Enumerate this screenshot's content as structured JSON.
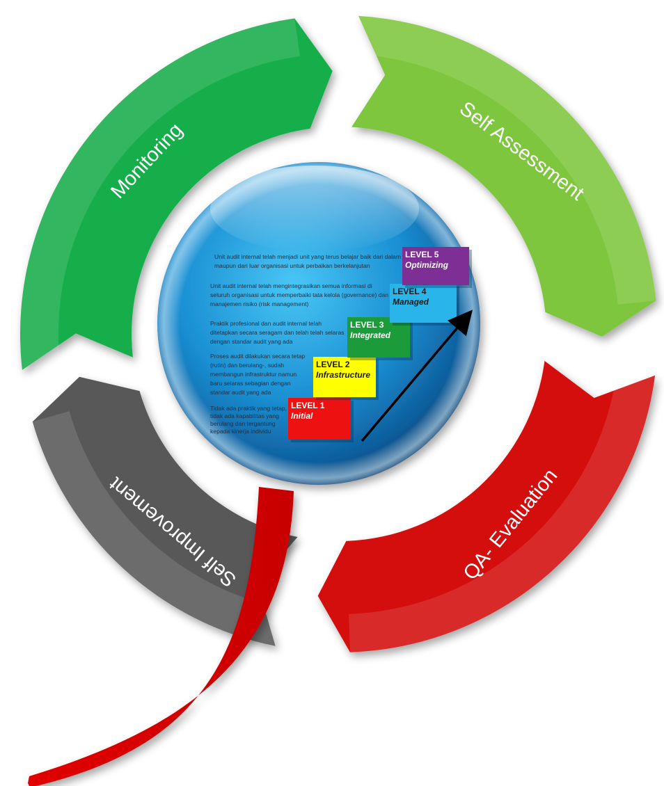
{
  "cycle": {
    "segments": [
      {
        "label": "Monitoring",
        "color": "#19ad4b"
      },
      {
        "label": "Self Assessment",
        "color": "#7ec63c"
      },
      {
        "label": "QA- Evaluation",
        "color": "#d40d0d"
      },
      {
        "label": "Self Improvement",
        "color": "#585858"
      }
    ]
  },
  "levels": [
    {
      "title": "LEVEL 1",
      "name": "Initial",
      "color": "#ee1111",
      "text_color": "#ffffff"
    },
    {
      "title": "LEVEL 2",
      "name": "Infrastructure",
      "color": "#ffff00",
      "text_color": "#1a1a1a"
    },
    {
      "title": "LEVEL 3",
      "name": "Integrated",
      "color": "#1c9b3a",
      "text_color": "#ffffff"
    },
    {
      "title": "LEVEL 4",
      "name": "Managed",
      "color": "#29b4ea",
      "text_color": "#1a1a1a"
    },
    {
      "title": "LEVEL 5",
      "name": "Optimizing",
      "color": "#7e2f96",
      "text_color": "#ffffff"
    }
  ],
  "descriptions": {
    "level5": [
      "Unit audit  internal telah menjadi unit yang terus belajar baik dari dalam",
      "maupun dari luar organisasi untuk perbaikan berkelanjutan"
    ],
    "level4": [
      "Unit  audit internal telah mengintegrasikan semua informasi di",
      "seluruh organisasi untuk memperbaiki tata kelola (governance) dan",
      "manajemen risiko (risk management)"
    ],
    "level3": [
      "Praktik profesional dan audit internal telah",
      "ditetapkan secara seragam dan telah telah selaras",
      "dengan standar audit yang ada"
    ],
    "level2": [
      "Proses audit dilakukan secara tetap",
      "(rutin) dan berulang-, sudah",
      "membangun infrastruktur namun",
      "baru selaras sebagian dengan",
      "standar audit yang ada"
    ],
    "level1": [
      "Tidak ada praktik yang tetap,",
      "tidak ada kapabilitas yang",
      "berulang dan tergantung",
      "kepada kinerja individu"
    ]
  }
}
